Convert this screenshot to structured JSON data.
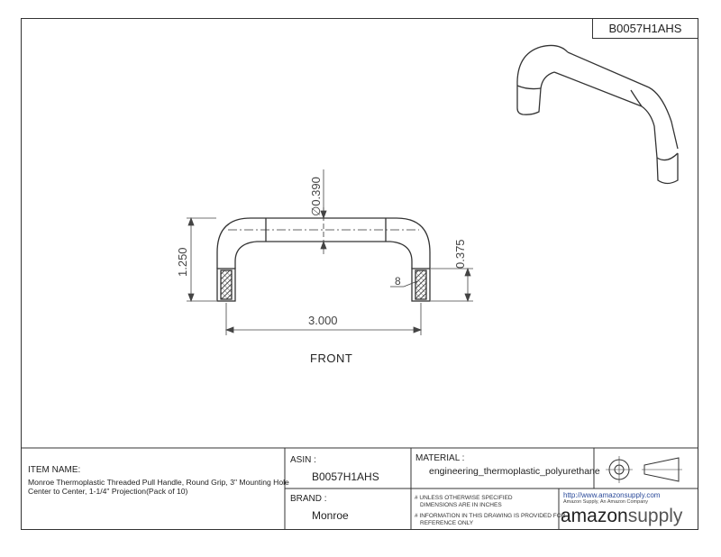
{
  "header": {
    "part_number": "B0057H1AHS"
  },
  "view": {
    "label": "FRONT"
  },
  "dimensions": {
    "diameter": "∅0.390",
    "height": "1.250",
    "thread_height": "0.375",
    "thread_pitch": "8",
    "width": "3.000"
  },
  "title_block": {
    "item_name_label": "ITEM NAME:",
    "item_name_line1": "Monroe Thermoplastic Threaded Pull Handle, Round Grip, 3\" Mounting Hole",
    "item_name_line2": "Center to Center, 1-1/4\" Projection(Pack of 10)",
    "asin_label": "ASIN :",
    "asin_value": "B0057H1AHS",
    "material_label": "MATERIAL :",
    "material_value": "engineering_thermoplastic_polyurethane",
    "brand_label": "BRAND :",
    "brand_value": "Monroe",
    "note1_line1": "# UNLESS OTHERWISE SPECIFIED",
    "note1_line2": "DIMENSIONS ARE IN INCHES",
    "note2_line1": "# INFORMATION IN THIS DRAWING IS PROVIDED FOR",
    "note2_line2": "REFERENCE ONLY",
    "url": "http://www.amazonsupply.com",
    "company": "Amazon Supply, An Amazon Company",
    "logo_part1": "ama",
    "logo_part2": "z",
    "logo_part3": "on",
    "logo_part4": "supply"
  }
}
